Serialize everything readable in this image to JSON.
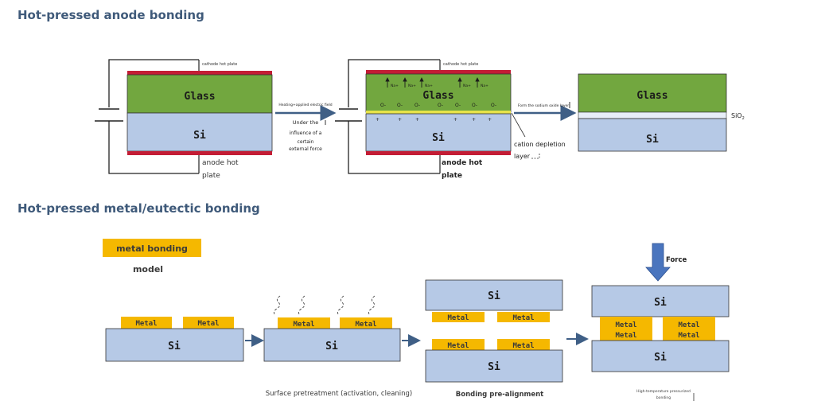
{
  "colors": {
    "glass": "#72a73f",
    "si": "#b6c9e6",
    "plate": "#c31d35",
    "metal": "#f5b800",
    "arrow": "#3f5f86",
    "heading": "#3f5a7a",
    "force_arrow": "#4a75be",
    "depletion": "#e7e34a"
  },
  "anode_section": {
    "title": "Hot-pressed anode bonding",
    "stage1": {
      "glass_label": "Glass",
      "si_label": "Si",
      "cathode_label": "cathode hot plate",
      "anode_label_1": "anode hot",
      "anode_label_2": "plate"
    },
    "arrow1": {
      "label_top": "Heating+applied electric field",
      "label_lines": [
        "Under the",
        "influence of a",
        "certain",
        "external force"
      ]
    },
    "stage2": {
      "glass_label": "Glass",
      "si_label": "Si",
      "cathode_label": "cathode hot plate",
      "ion_label": "Na+",
      "oxygen_label": "O-",
      "plus_label": "+",
      "anode_label_1": "anode hot",
      "anode_label_2": "plate",
      "depletion_label_1": "cation depletion",
      "depletion_label_2": "layer"
    },
    "arrow2": {
      "label_top": "Form the sodium oxide layer"
    },
    "stage3": {
      "glass_label": "Glass",
      "si_label": "Si",
      "sio2_label": "SiO",
      "sio2_sub": "2"
    }
  },
  "metal_section": {
    "title": "Hot-pressed metal/eutectic bonding",
    "legend_label": "metal bonding",
    "legend_sub": "model",
    "metal_label": "Metal",
    "si_label": "Si",
    "force_label": "Force",
    "caption1": "Surface pretreatment (activation, cleaning)",
    "caption2": "Bonding pre-alignment",
    "caption3_1": "High-temperature pressurized",
    "caption3_2": "bonding"
  }
}
